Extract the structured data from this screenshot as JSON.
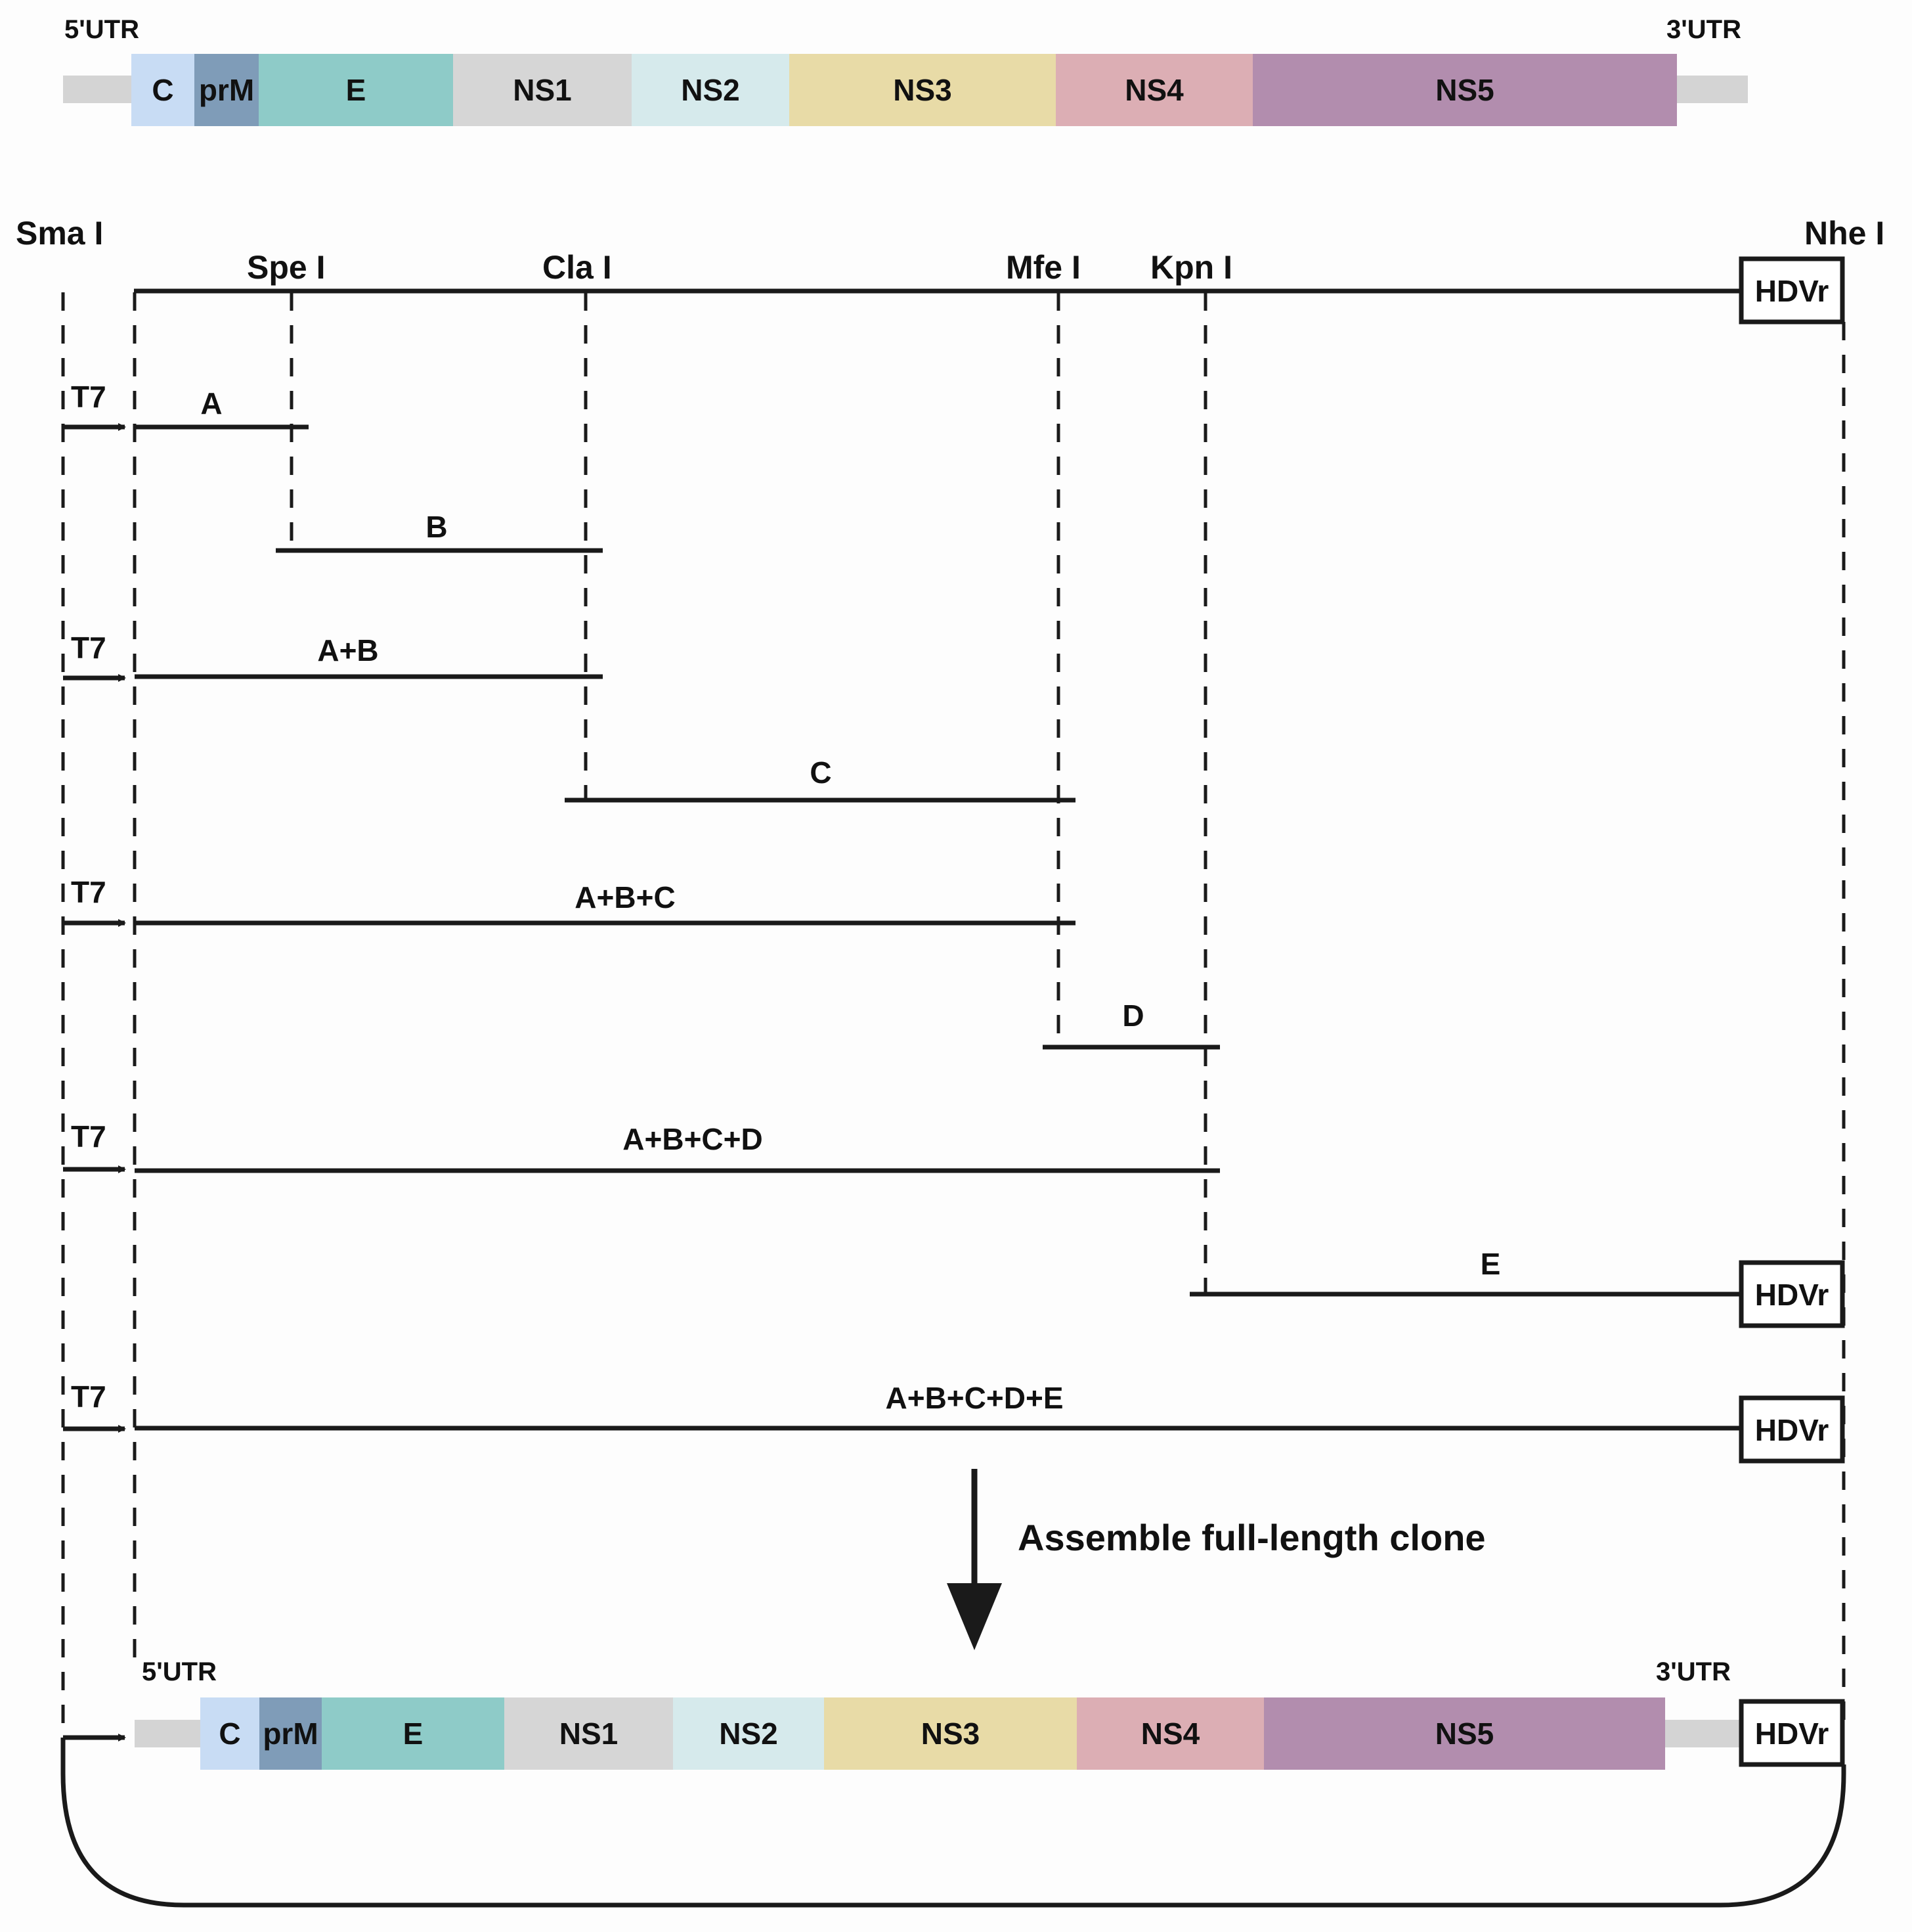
{
  "genome_top": {
    "utr5_label": "5'UTR",
    "utr3_label": "3'UTR",
    "segments": [
      {
        "label": "C",
        "color": "#c8dcf4"
      },
      {
        "label": "prM",
        "color": "#7f9cb8"
      },
      {
        "label": "E",
        "color": "#8ecbc8"
      },
      {
        "label": "NS1",
        "color": "#d6d6d6"
      },
      {
        "label": "NS2",
        "color": "#d6eaec"
      },
      {
        "label": "NS3",
        "color": "#e8dba7"
      },
      {
        "label": "NS4",
        "color": "#dcaeb4"
      },
      {
        "label": "NS5",
        "color": "#b28dae"
      }
    ],
    "utr_color": "#d4d4d4"
  },
  "sites": {
    "smai": "Sma I",
    "spei": "Spe I",
    "clai": "Cla I",
    "mfei": "Mfe I",
    "kpni": "Kpn I",
    "nhei": "Nhe I"
  },
  "hdvr": "HDVr",
  "t7": "T7",
  "fragments": {
    "a": "A",
    "b": "B",
    "ab": "A+B",
    "c": "C",
    "abc": "A+B+C",
    "d": "D",
    "abcd": "A+B+C+D",
    "e": "E",
    "abcde": "A+B+C+D+E"
  },
  "assemble_label": "Assemble full-length clone",
  "genome_bottom": {
    "utr5_label": "5'UTR",
    "utr3_label": "3'UTR",
    "hdvr": "HDVr"
  }
}
